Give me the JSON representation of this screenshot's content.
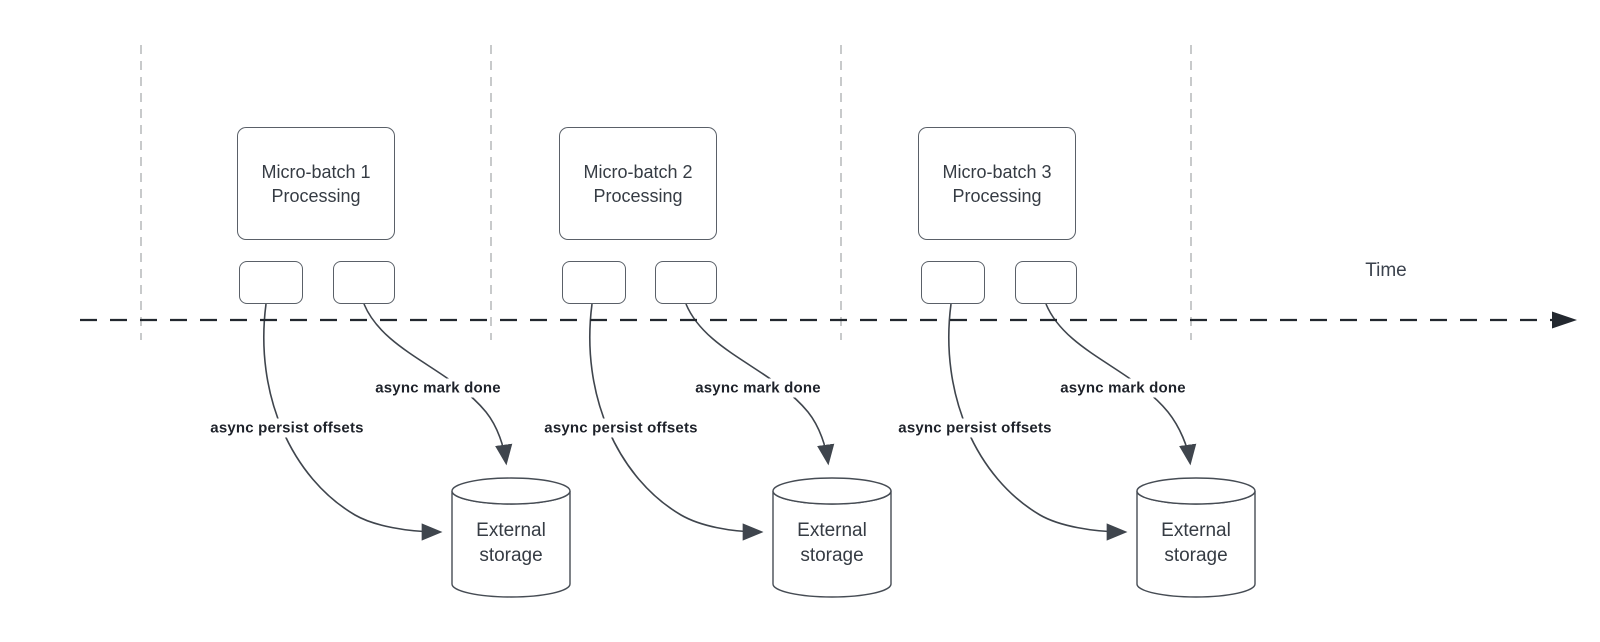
{
  "time_label": "Time",
  "groups": [
    {
      "batch_label": "Micro-batch 1 Processing",
      "persist_label": "async persist offsets",
      "done_label": "async mark done",
      "storage_label": "External storage"
    },
    {
      "batch_label": "Micro-batch 2 Processing",
      "persist_label": "async persist offsets",
      "done_label": "async mark done",
      "storage_label": "External storage"
    },
    {
      "batch_label": "Micro-batch 3 Processing",
      "persist_label": "async persist offsets",
      "done_label": "async mark done",
      "storage_label": "External storage"
    }
  ],
  "colors": {
    "background": "#ffffff",
    "guide": "#b1b3b5",
    "timeline": "#23282f",
    "node_stroke": "#5a6068",
    "cylinder_stroke": "#464c54",
    "arrow": "#3f454d",
    "node_text": "#363c44",
    "edge_label_text": "#1e222a",
    "time_text": "#3b424d"
  }
}
